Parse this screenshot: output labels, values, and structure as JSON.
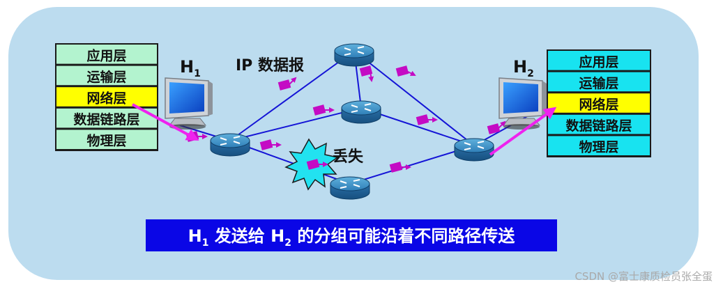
{
  "colors": {
    "background_panel": "#bcdcef",
    "left_stack_fill": "#b3f3cf",
    "right_stack_fill": "#18e3f0",
    "highlight_layer": "#ffff00",
    "link_line": "#1414d6",
    "packet": "#c40bc4",
    "path_arrow": "#ee22ee",
    "caption_bg": "#0a06e6",
    "caption_text": "#ffffff",
    "burst": "#22e2f0"
  },
  "left_stack": {
    "layers": [
      "应用层",
      "运输层",
      "网络层",
      "数据链路层",
      "物理层"
    ],
    "highlight_index": 2
  },
  "right_stack": {
    "layers": [
      "应用层",
      "运输层",
      "网络层",
      "数据链路层",
      "物理层"
    ],
    "highlight_index": 2
  },
  "labels": {
    "h1_main": "H",
    "h1_sub": "1",
    "h2_main": "H",
    "h2_sub": "2",
    "ip_datagram": "IP 数据报",
    "lost": "丢失"
  },
  "caption": {
    "h1_main": "H",
    "h1_sub": "1",
    "middle": " 发送给 ",
    "h2_main": "H",
    "h2_sub": "2",
    "tail": " 的分组可能沿着不同路径传送"
  },
  "watermark": "CSDN @富士康质检员张全蛋",
  "icons": [
    "computer-icon",
    "router-icon",
    "packet-icon",
    "burst-icon"
  ]
}
